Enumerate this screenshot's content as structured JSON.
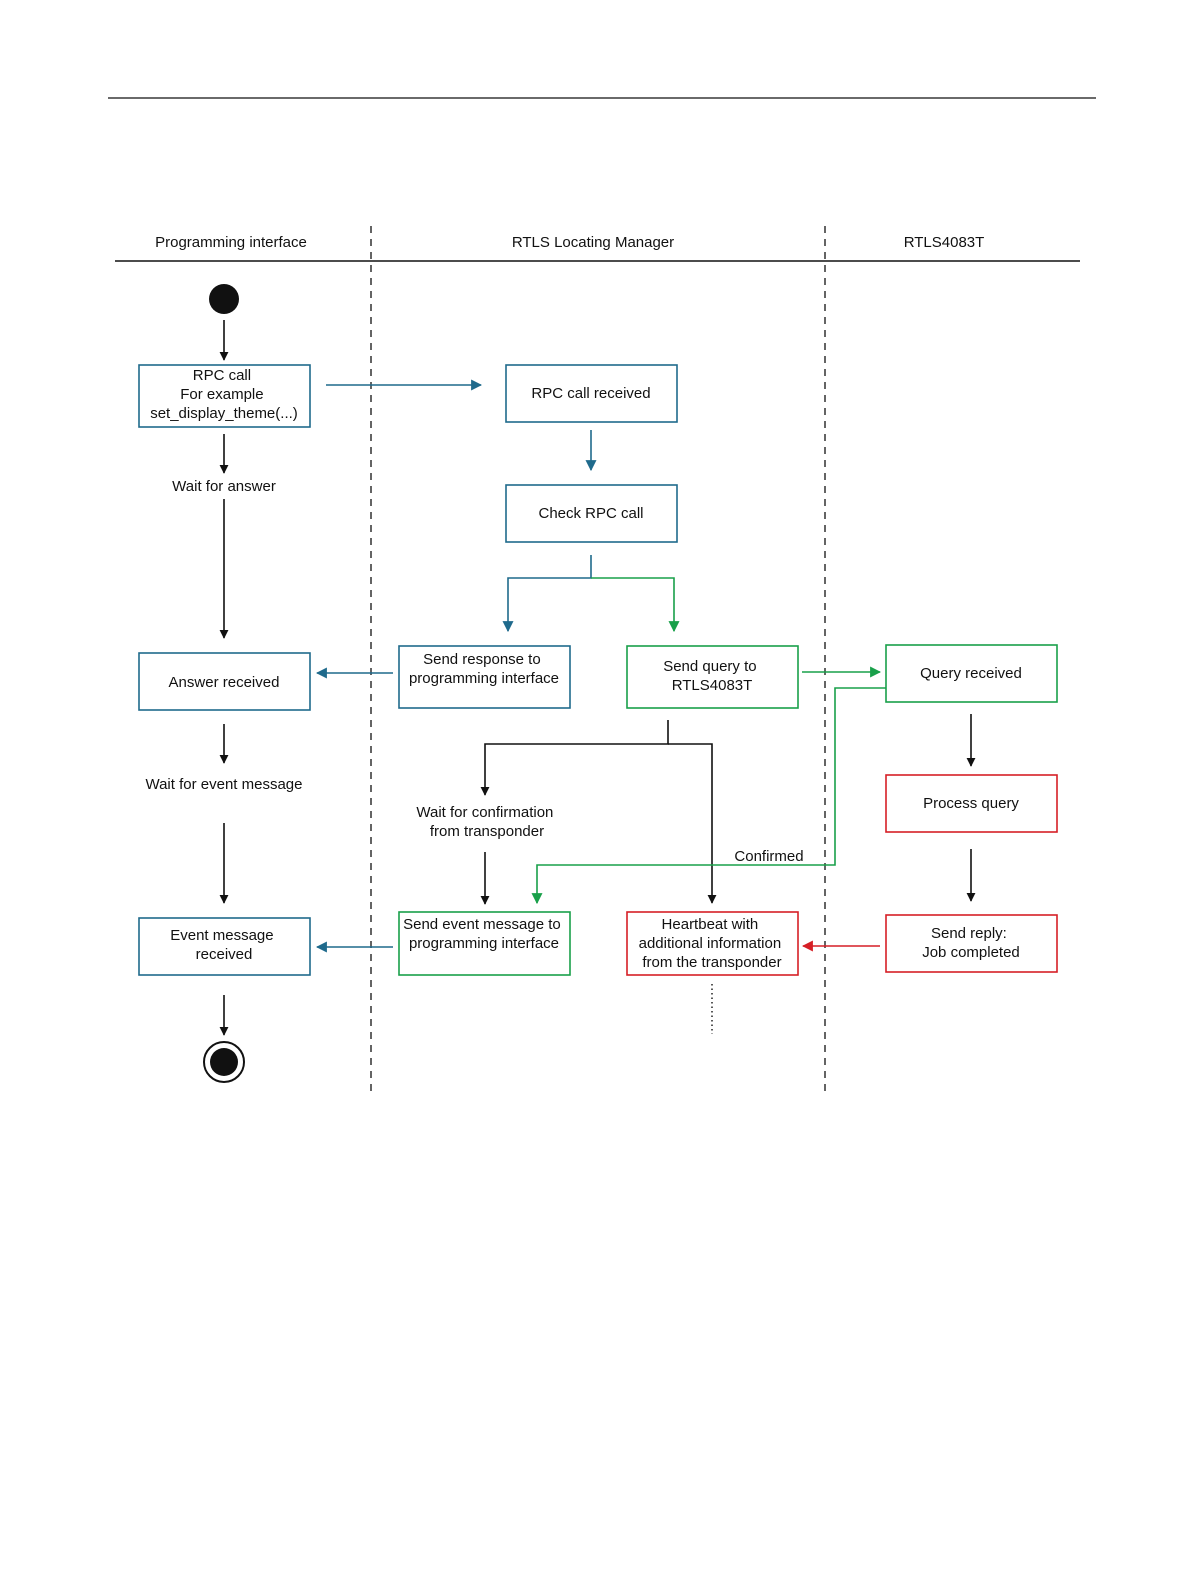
{
  "lanes": {
    "left": "Programming interface",
    "middle": "RTLS Locating Manager",
    "right": "RTLS4083T"
  },
  "nodes": {
    "rpc_call": [
      "RPC call",
      "For example",
      "set_display_theme(...)"
    ],
    "rpc_received": [
      "RPC call received"
    ],
    "check_rpc": [
      "Check RPC call"
    ],
    "answer_received": [
      "Answer received"
    ],
    "send_response": [
      "Send response to",
      "programming interface"
    ],
    "send_query": [
      "Send query to",
      "RTLS4083T"
    ],
    "query_received": [
      "Query received"
    ],
    "process_query": [
      "Process query"
    ],
    "event_received": [
      "Event message",
      "received"
    ],
    "send_event": [
      "Send event message to",
      "programming interface"
    ],
    "heartbeat": [
      "Heartbeat with",
      "additional information",
      "from the transponder"
    ],
    "send_reply": [
      "Send reply:",
      "Job completed"
    ]
  },
  "labels": {
    "wait_answer": "Wait for answer",
    "wait_event": "Wait for event message",
    "wait_confirm": [
      "Wait for confirmation",
      "from transponder"
    ],
    "confirmed": "Confirmed"
  },
  "colors": {
    "blue": "#1f6a8c",
    "green": "#19a04a",
    "red": "#d61f26",
    "black": "#111111"
  }
}
